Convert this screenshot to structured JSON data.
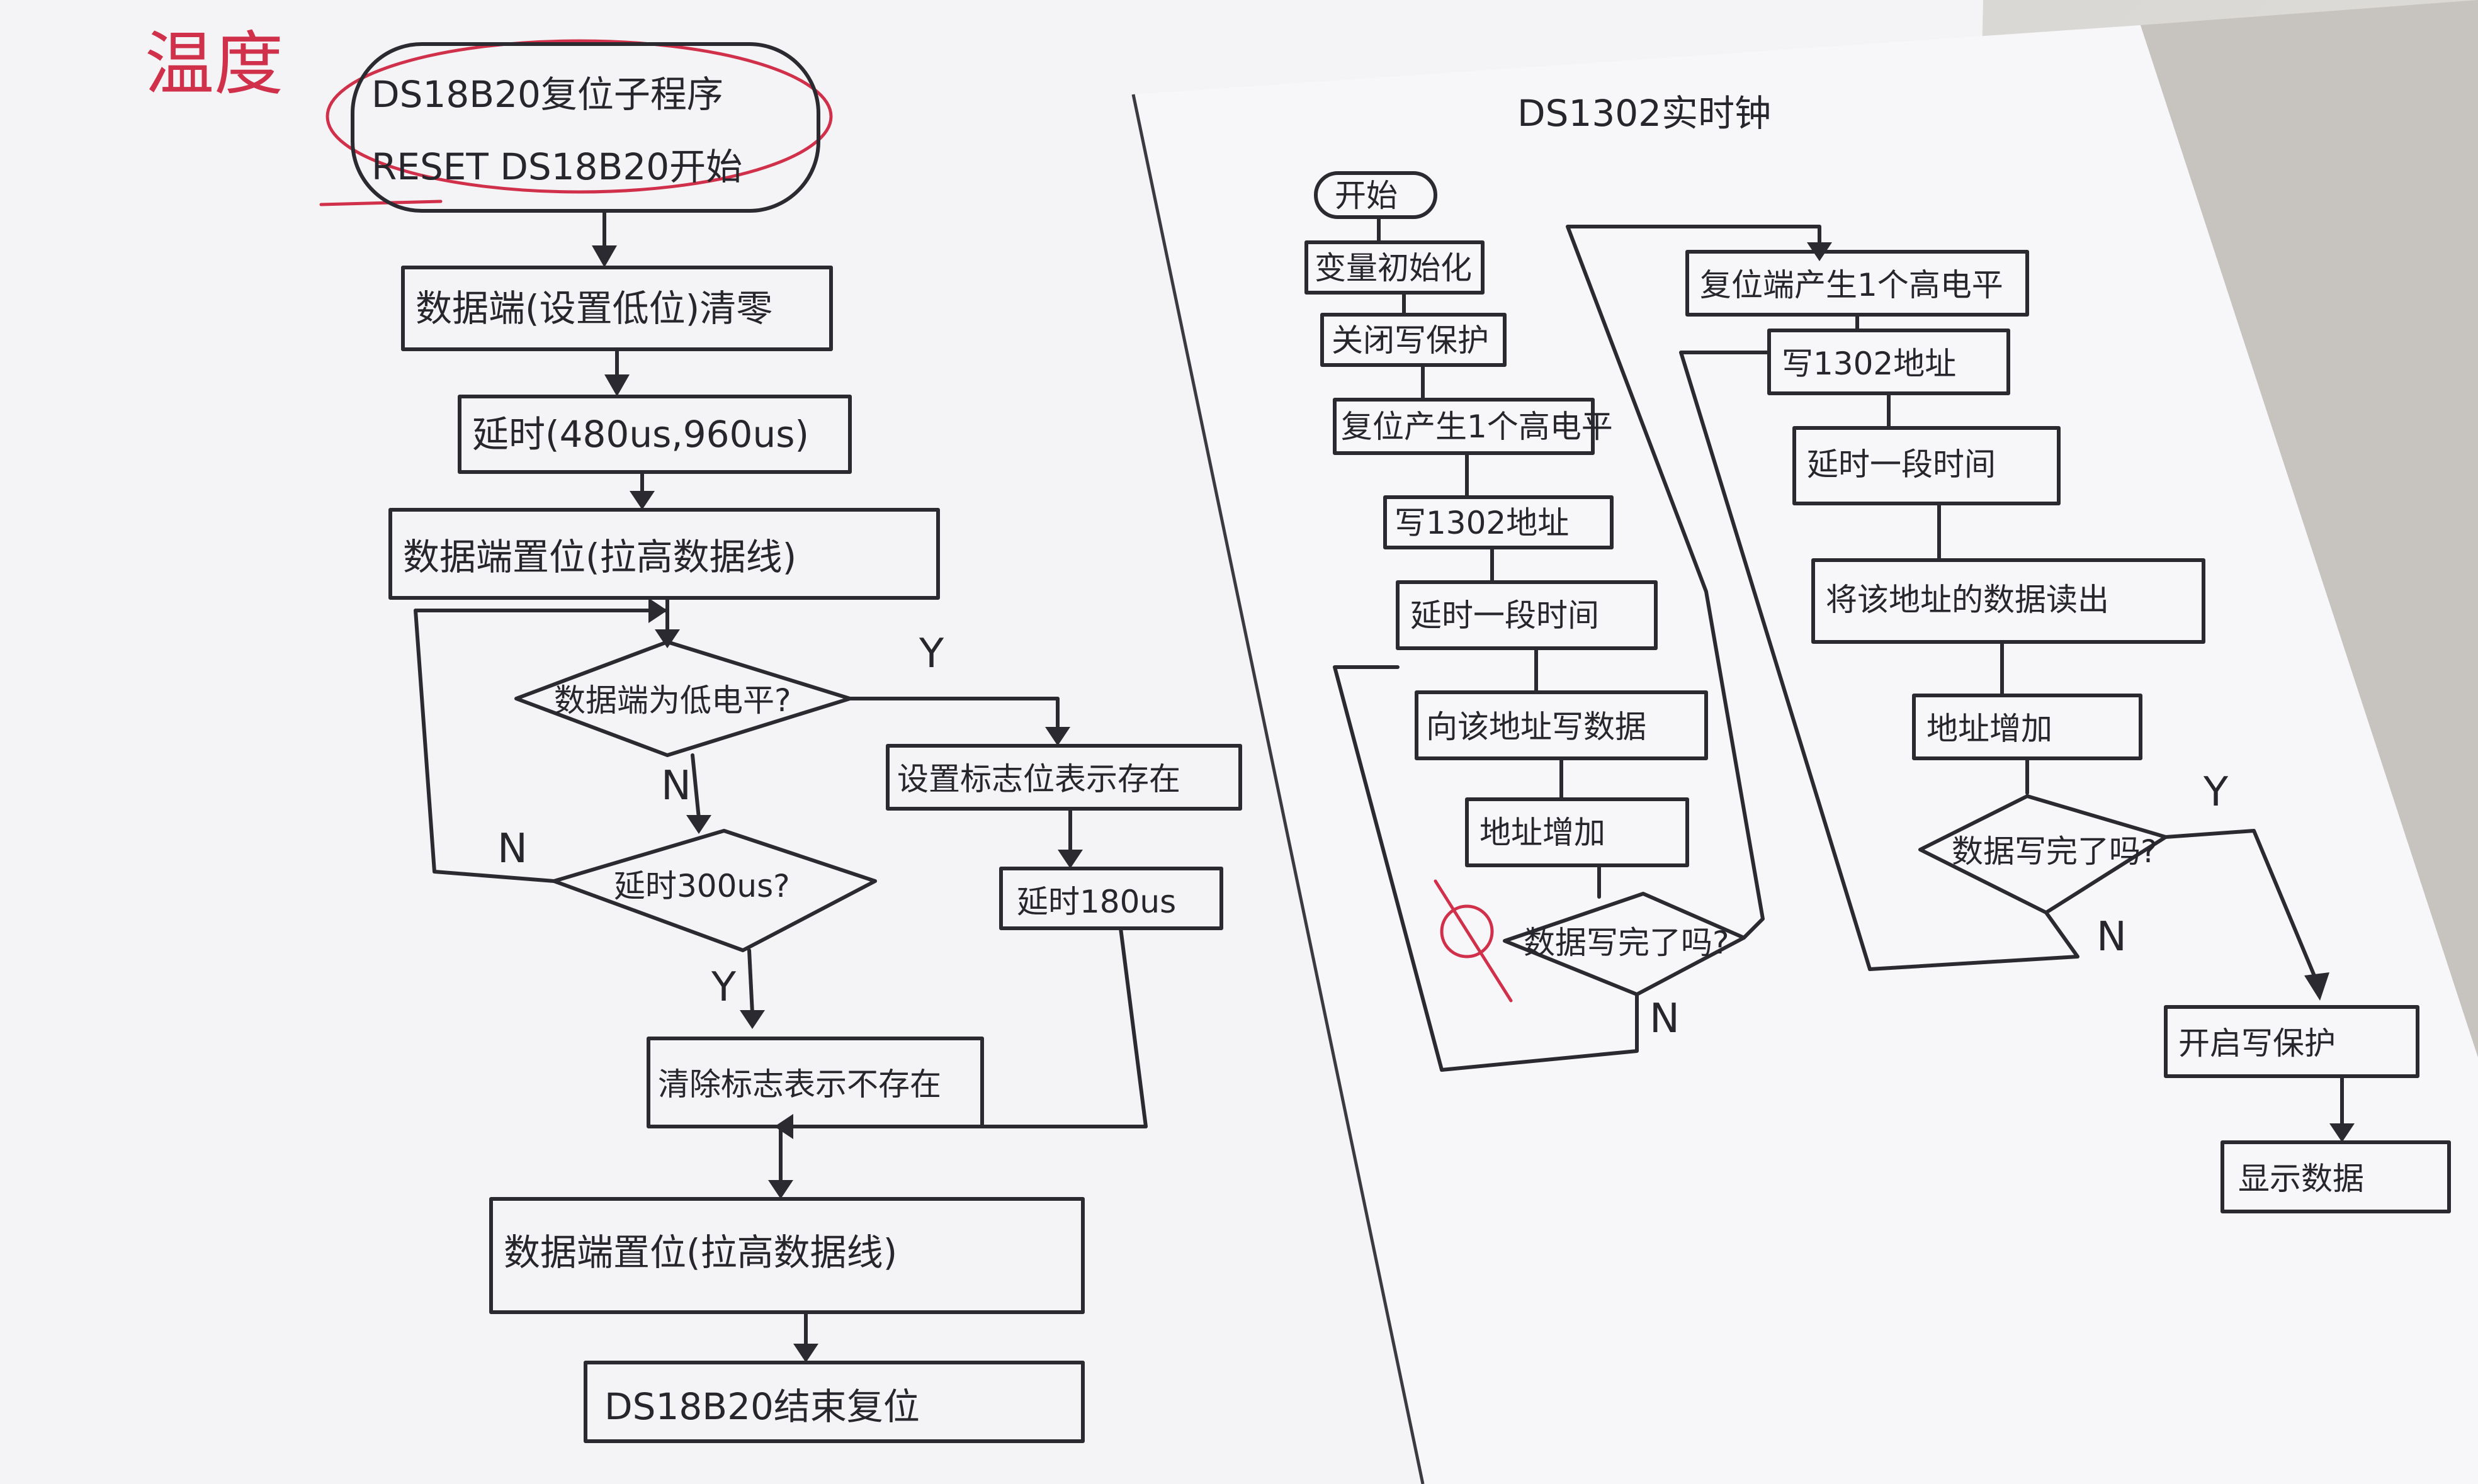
{
  "annotation": {
    "handwritten_note": "温度"
  },
  "left_chart": {
    "title_line1": "DS18B20复位子程序",
    "title_line2": "RESET DS18B20开始",
    "steps": {
      "clear": "数据端(设置低位)清零",
      "delay1": "延时(480us,960us)",
      "set_high": "数据端置位(拉高数据线)",
      "dec_low": "数据端为低电平?",
      "set_flag": "设置标志位表示存在",
      "dec_delay": "延时300us?",
      "delay2": "延时180us",
      "clear_flag": "清除标志表示不存在",
      "set_high2": "数据端置位(拉高数据线)",
      "end": "DS18B20结束复位"
    },
    "branch_labels": {
      "y1": "Y",
      "n1": "N",
      "n2": "N",
      "y2": "Y"
    }
  },
  "right_chart": {
    "title": "DS1302实时钟",
    "steps": {
      "start": "开始",
      "init": "变量初始化",
      "close_wp": "关闭写保护",
      "reset_high": "复位产生1个高电平",
      "write_addr": "写1302地址",
      "delay": "延时一段时间",
      "write_data": "向该地址写数据",
      "addr_inc": "地址增加",
      "dec_done": "数据写完了吗?",
      "reset_high2": "复位端产生1个高电平",
      "write_addr2": "写1302地址",
      "delay2": "延时一段时间",
      "read_data": "将该地址的数据读出",
      "addr_inc2": "地址增加",
      "dec_done2": "数据写完了吗?",
      "open_wp": "开启写保护",
      "display": "显示数据"
    },
    "branch_labels": {
      "n_left": "N",
      "n_right": "N",
      "y_right": "Y"
    }
  }
}
